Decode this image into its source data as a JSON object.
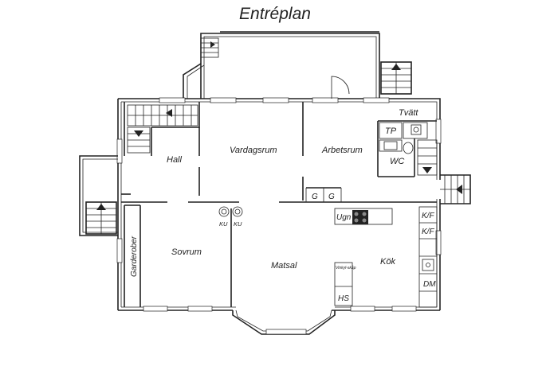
{
  "title": "Entréplan",
  "rooms": {
    "hall": "Hall",
    "vardagsrum": "Vardagsrum",
    "arbetsrum": "Arbetsrum",
    "tvatt": "Tvätt",
    "tp": "TP",
    "wc": "WC",
    "sovrum": "Sovrum",
    "garderober": "Garderober",
    "matsal": "Matsal",
    "kok": "Kök"
  },
  "fixtures": {
    "g1": "G",
    "g2": "G",
    "ugn": "Ugn",
    "ku1": "KU",
    "ku2": "KU",
    "kf1": "K/F",
    "kf2": "K/F",
    "dm": "DM",
    "hs": "HS",
    "vinskap": "Vinkyl-skåp"
  }
}
